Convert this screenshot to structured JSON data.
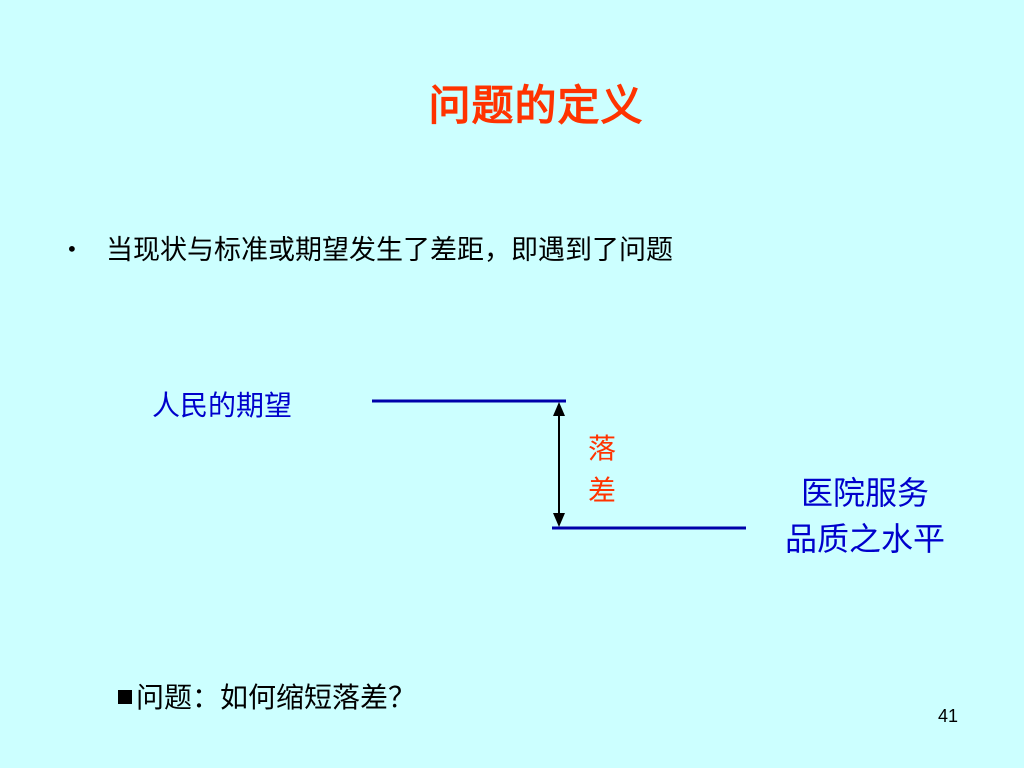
{
  "slide": {
    "title": "问题的定义",
    "bullet": {
      "marker": "•",
      "text": "当现状与标准或期望发生了差距，即遇到了问题"
    },
    "diagram": {
      "top_label": "人民的期望",
      "gap_label": [
        "落",
        "差"
      ],
      "bottom_label": [
        "医院服务",
        "品质之水平"
      ],
      "colors": {
        "line": "#0000aa",
        "arrow": "#000000",
        "gap_label": "#ff3300",
        "labels": "#0000cc"
      }
    },
    "question": {
      "marker": "■",
      "text": "问题：如何缩短落差？"
    },
    "page_number": "41"
  },
  "colors": {
    "background": "#ccffff",
    "title": "#ff3300"
  }
}
